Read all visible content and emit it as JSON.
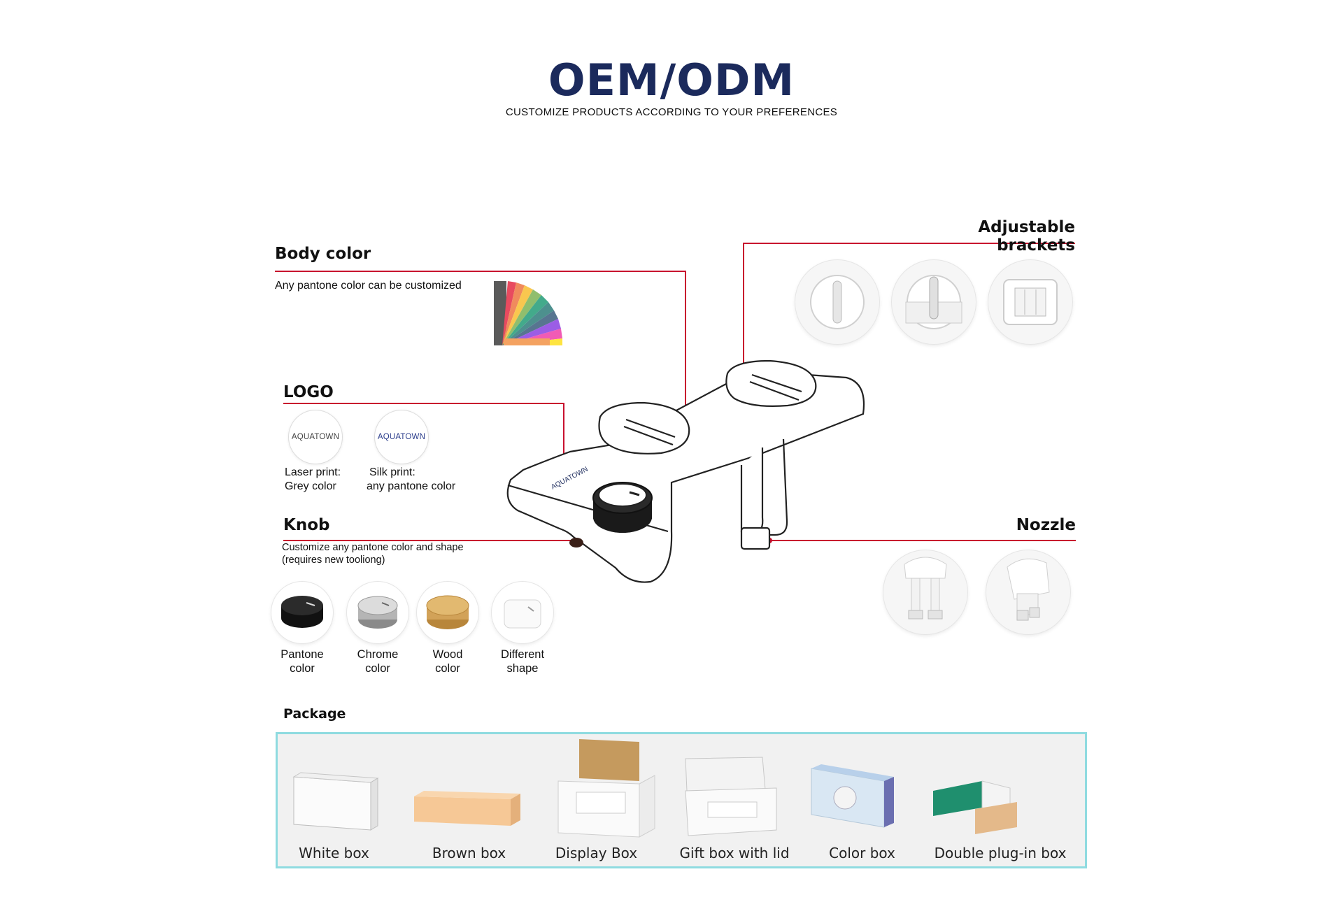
{
  "header": {
    "title": "OEM/ODM",
    "subtitle": "CUSTOMIZE PRODUCTS ACCORDING TO YOUR PREFERENCES"
  },
  "body_color": {
    "heading": "Body color",
    "description": "Any pantone color can be customized"
  },
  "logo": {
    "heading": "LOGO",
    "options": [
      {
        "mark": "AQUATOWN",
        "line1": "Laser print:",
        "line2": "Grey color"
      },
      {
        "mark": "AQUATOWN",
        "line1": "Silk print:",
        "line2": "any pantone color"
      }
    ]
  },
  "knob": {
    "heading": "Knob",
    "description_line1": "Customize any pantone color and shape",
    "description_line2": "(requires new tooliong)",
    "options": [
      {
        "line1": "Pantone",
        "line2": "color"
      },
      {
        "line1": "Chrome",
        "line2": "color"
      },
      {
        "line1": "Wood",
        "line2": "color"
      },
      {
        "line1": "Different",
        "line2": "shape"
      }
    ]
  },
  "brackets": {
    "heading": "Adjustable brackets"
  },
  "nozzle": {
    "heading": "Nozzle"
  },
  "product": {
    "brand_mark": "AQUATOWN"
  },
  "package": {
    "heading": "Package",
    "items": [
      "White box",
      "Brown box",
      "Display Box",
      "Gift box with lid",
      "Color box",
      "Double plug-in box"
    ]
  },
  "colors": {
    "title": "#1b2a5c",
    "leader_line": "#c8102e",
    "package_border": "#8fdbe0"
  }
}
